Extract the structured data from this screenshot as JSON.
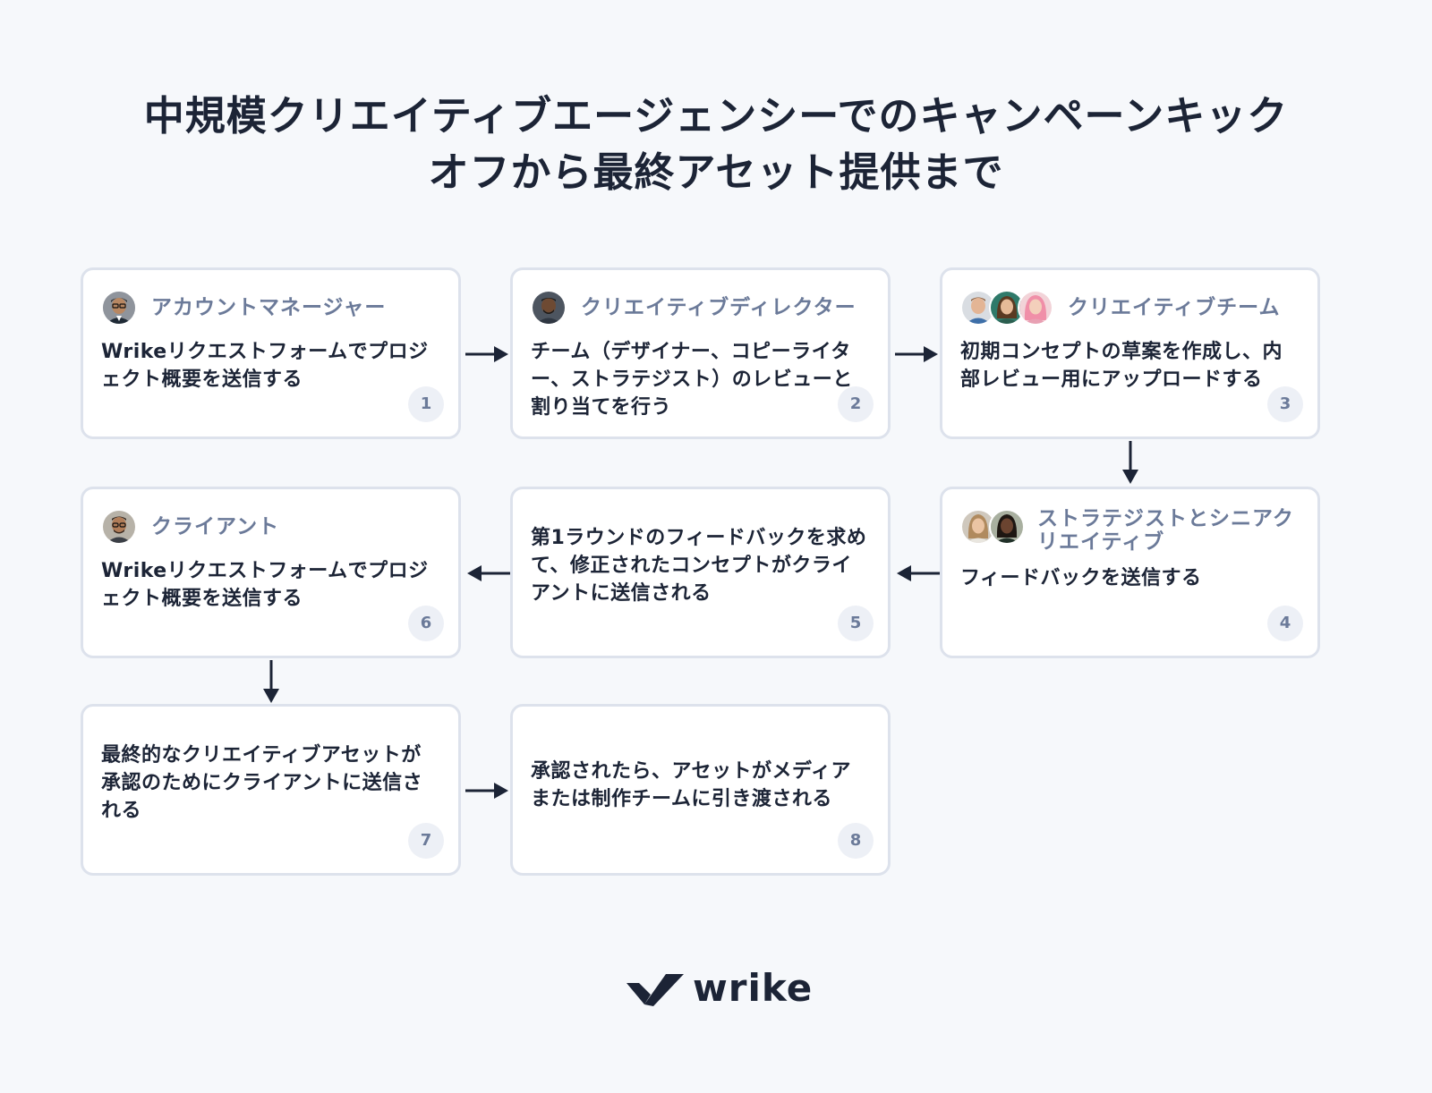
{
  "title": "中規模クリエイティブエージェンシーでのキャンペーンキックオフから最終アセット提供まで",
  "steps": [
    {
      "number": "1",
      "role": "アカウントマネージャー",
      "task": "Wrikeリクエストフォームでプロジェクト概要を送信する"
    },
    {
      "number": "2",
      "role": "クリエイティブディレクター",
      "task": "チーム（デザイナー、コピーライター、ストラテジスト）のレビューと割り当てを行う"
    },
    {
      "number": "3",
      "role": "クリエイティブチーム",
      "task": "初期コンセプトの草案を作成し、内部レビュー用にアップロードする"
    },
    {
      "number": "4",
      "role": "ストラテジストとシニアクリエイティブ",
      "task": "フィードバックを送信する"
    },
    {
      "number": "5",
      "role": "",
      "task": "第1ラウンドのフィードバックを求めて、修正されたコンセプトがクライアントに送信される"
    },
    {
      "number": "6",
      "role": "クライアント",
      "task": "Wrikeリクエストフォームでプロジェクト概要を送信する"
    },
    {
      "number": "7",
      "role": "",
      "task": "最終的なクリエイティブアセットが承認のためにクライアントに送信される"
    },
    {
      "number": "8",
      "role": "",
      "task": "承認されたら、アセットがメディアまたは制作チームに引き渡される"
    }
  ],
  "icons": {
    "arrow": "arrow-icon",
    "avatar": "person-avatar",
    "logo": "wrike-logo-mark"
  },
  "logo": {
    "text": "wrike"
  },
  "colors": {
    "background": "#f6f8fb",
    "card": "#ffffff",
    "card_border": "#dde2ec",
    "text_dark": "#1c2436",
    "text_muted": "#6b7a99",
    "badge_bg": "#edf0f6"
  }
}
